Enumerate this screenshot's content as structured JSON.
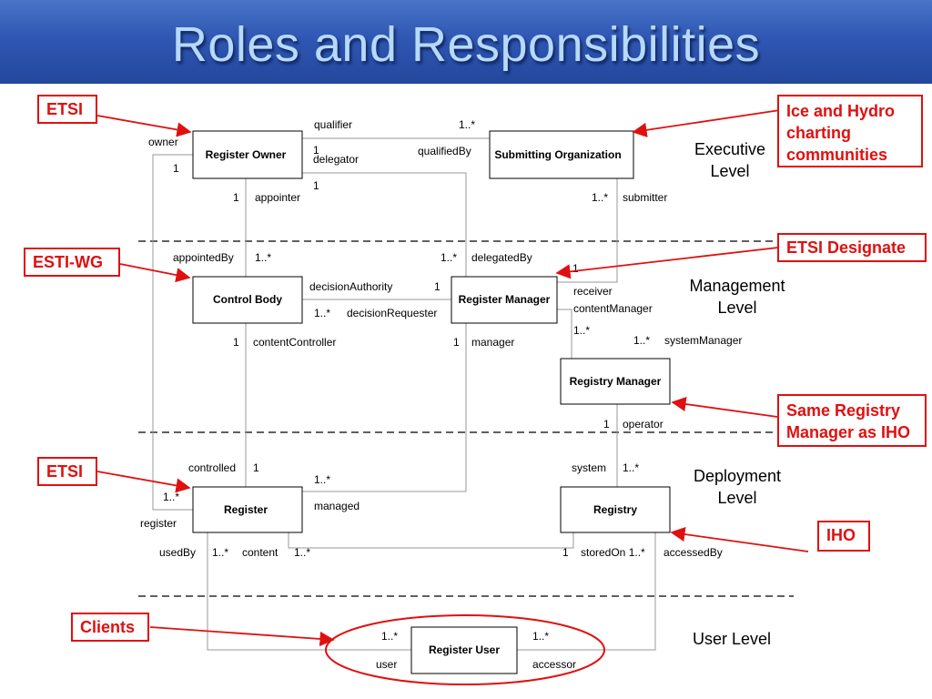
{
  "title": "Roles and Responsibilities",
  "boxes": {
    "register_owner": "Register Owner",
    "submitting_org": "Submitting Organization",
    "control_body": "Control Body",
    "register_manager": "Register Manager",
    "registry_manager": "Registry Manager",
    "register": "Register",
    "registry": "Registry",
    "register_user": "Register User"
  },
  "roles": {
    "qualifier": "qualifier",
    "qualifier_mult": "1..*",
    "owner": "owner",
    "owner_mult": "1",
    "delegator_mult1": "1",
    "delegator": "delegator",
    "qualifiedBy": "qualifiedBy",
    "delegator_mult2": "1",
    "appointer_mult": "1",
    "appointer": "appointer",
    "submitter_mult": "1..*",
    "submitter": "submitter",
    "appointedBy": "appointedBy",
    "appointedBy_mult": "1..*",
    "delegatedBy_mult": "1..*",
    "delegatedBy": "delegatedBy",
    "receiver_mult": "1",
    "decisionAuthority": "decisionAuthority",
    "decisionAuthority_mult": "1",
    "receiver": "receiver",
    "contentManager": "contentManager",
    "decisionRequester_mult": "1..*",
    "decisionRequester": "decisionRequester",
    "contentManager_mult": "1..*",
    "contentController_mult": "1",
    "contentController": "contentController",
    "manager_mult": "1",
    "manager": "manager",
    "systemManager_mult": "1..*",
    "systemManager": "systemManager",
    "operator_mult": "1",
    "operator": "operator",
    "controlled": "controlled",
    "controlled_mult": "1",
    "system": "system",
    "system_mult": "1..*",
    "managed_mult": "1..*",
    "managed": "managed",
    "register_mult": "1..*",
    "register": "register",
    "usedBy": "usedBy",
    "usedBy_mult": "1..*",
    "content": "content",
    "content_mult": "1..*",
    "storedOn_mult": "1",
    "storedOn": "storedOn 1..*",
    "accessedBy": "accessedBy",
    "user_mult": "1..*",
    "user": "user",
    "accessor_mult": "1..*",
    "accessor": "accessor"
  },
  "levels": {
    "executive": "Executive\nLevel",
    "management": "Management\nLevel",
    "deployment": "Deployment\nLevel",
    "user": "User Level"
  },
  "notes": {
    "etsi_top": "ETSI",
    "ice_hydro": "Ice and Hydro\ncharting\ncommunities",
    "etsi_designate": "ETSI Designate",
    "esti_wg": "ESTI-WG",
    "same_registry": "Same Registry\nManager as IHO",
    "etsi_bottom": "ETSI",
    "iho": "IHO",
    "clients": "Clients"
  },
  "colors": {
    "accent": "#e01010",
    "title": "#b6d9ff",
    "banner": "#2f57b3"
  }
}
